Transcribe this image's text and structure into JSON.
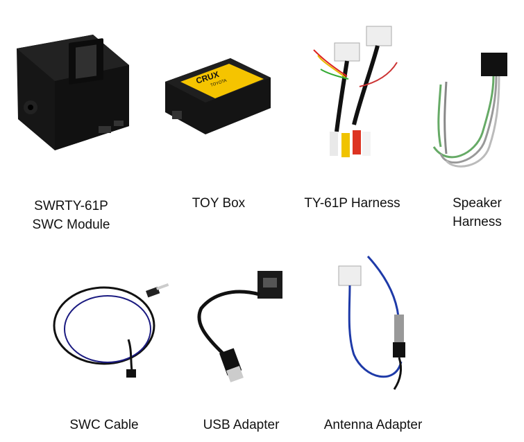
{
  "items": [
    {
      "lines": [
        "SWRTY-61P",
        "SWC Module"
      ],
      "icon": "swc-module-image"
    },
    {
      "lines": [
        "TOY Box"
      ],
      "icon": "toy-box-image",
      "logo_text": "CRUX",
      "label_text": "TOYOTA"
    },
    {
      "lines": [
        "TY-61P Harness"
      ],
      "icon": "harness-image"
    },
    {
      "lines": [
        "Speaker",
        "Harness"
      ],
      "icon": "speaker-harness-image"
    },
    {
      "lines": [
        "SWC Cable"
      ],
      "icon": "swc-cable-image"
    },
    {
      "lines": [
        "USB Adapter"
      ],
      "icon": "usb-adapter-image"
    },
    {
      "lines": [
        "Antenna Adapter"
      ],
      "icon": "antenna-adapter-image"
    }
  ],
  "colors": {
    "background": "#ffffff",
    "text": "#111111",
    "logo": "#f5c400"
  }
}
